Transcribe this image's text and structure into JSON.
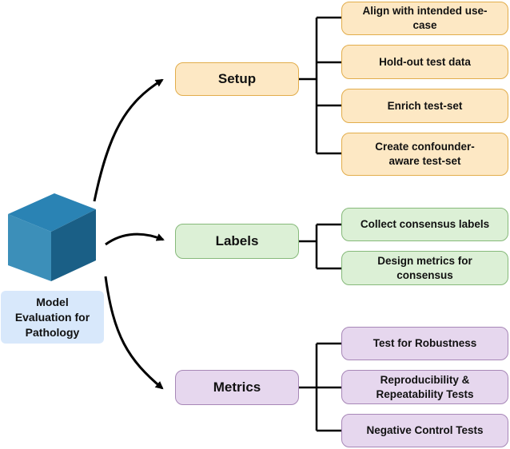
{
  "center": {
    "label": "Model Evaluation for Pathology",
    "icon": "cube-icon"
  },
  "categories": [
    {
      "label": "Setup",
      "items": [
        "Align with intended use-case",
        "Hold-out test data",
        "Enrich test-set",
        "Create confounder-aware test-set"
      ]
    },
    {
      "label": "Labels",
      "items": [
        "Collect consensus labels",
        "Design metrics for consensus"
      ]
    },
    {
      "label": "Metrics",
      "items": [
        "Test for Robustness",
        "Reproducibility & Repeatability Tests",
        "Negative Control Tests"
      ]
    }
  ],
  "colors": {
    "setup_fill": "#fde8c4",
    "labels_fill": "#dcf0d6",
    "metrics_fill": "#e6d7ee",
    "center_label_fill": "#d8e8fb",
    "cube_top": "#2a83b4",
    "cube_front": "#3c8fb9",
    "cube_side": "#1a5f86"
  }
}
